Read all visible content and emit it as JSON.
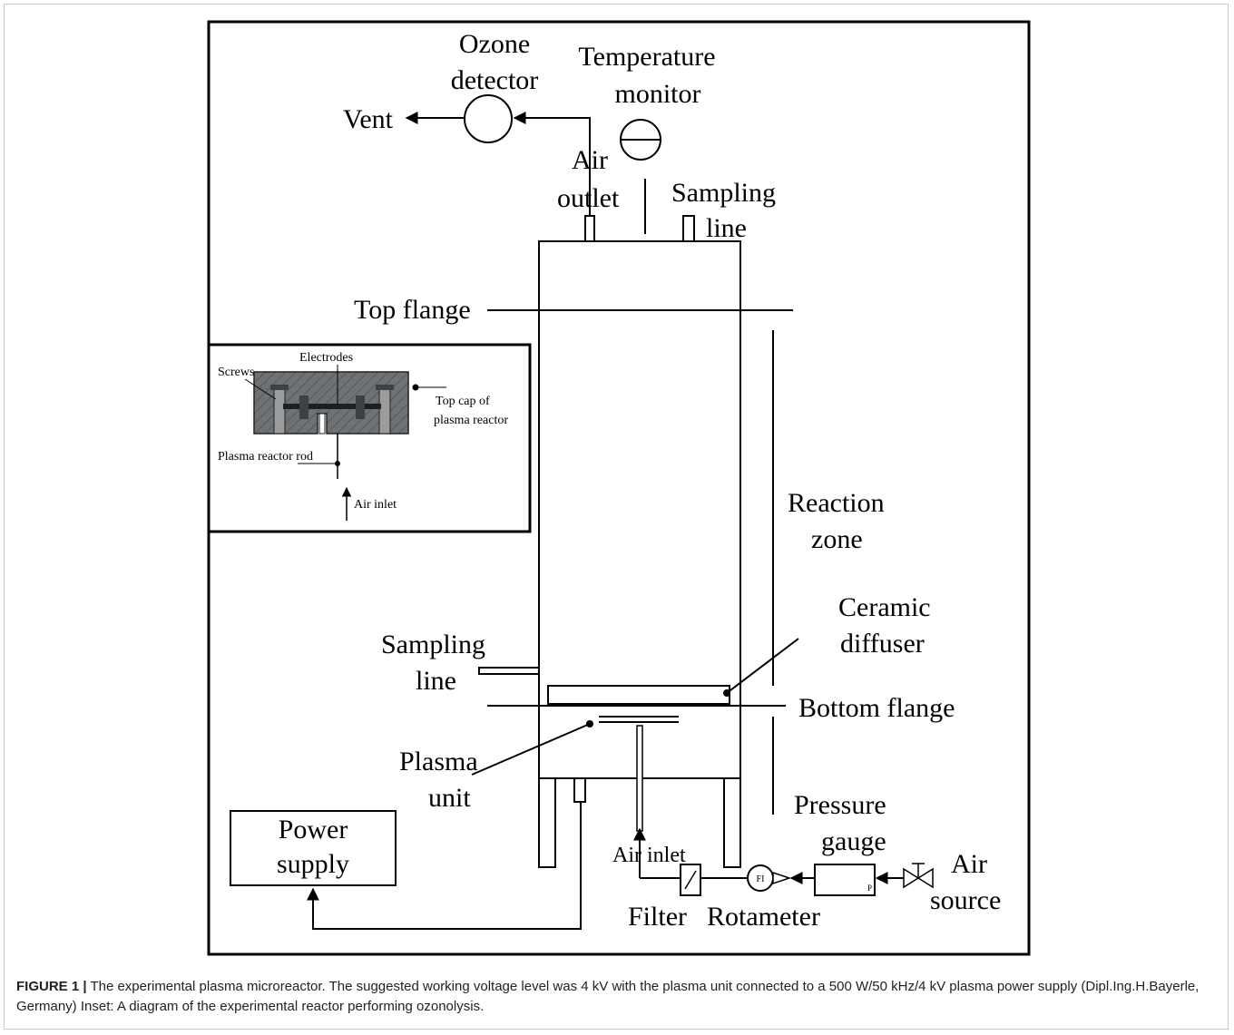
{
  "labels": {
    "ozone_detector": [
      "Ozone",
      "detector"
    ],
    "temperature_monitor": [
      "Temperature",
      "monitor"
    ],
    "vent": "Vent",
    "air_outlet": [
      "Air",
      "outlet"
    ],
    "sampling_line_top": [
      "Sampling",
      "line"
    ],
    "top_flange": "Top flange",
    "reaction_zone": [
      "Reaction",
      "zone"
    ],
    "ceramic_diffuser": [
      "Ceramic",
      "diffuser"
    ],
    "sampling_line_side": [
      "Sampling",
      "line"
    ],
    "bottom_flange": "Bottom flange",
    "plasma_unit": [
      "Plasma",
      "unit"
    ],
    "power_supply": [
      "Power",
      "supply"
    ],
    "pressure_gauge": [
      "Pressure",
      "gauge"
    ],
    "air_source": [
      "Air",
      "source"
    ],
    "air_inlet": "Air inlet",
    "filter": "Filter",
    "rotameter": "Rotameter",
    "rotameter_symbol": "FI",
    "gauge_symbol": "P"
  },
  "inset": {
    "electrodes": "Electrodes",
    "screws": "Screws",
    "top_cap": [
      "Top cap of",
      "plasma reactor"
    ],
    "reactor_rod": "Plasma reactor rod",
    "air_inlet": "Air inlet"
  },
  "caption": {
    "label": "FIGURE 1 |",
    "text": " The experimental plasma microreactor. The suggested working voltage level was 4 kV with the plasma unit connected to a 500 W/50 kHz/4 kV plasma power supply (Dipl.Ing.H.Bayerle, Germany) Inset: A diagram of the experimental reactor performing ozonolysis."
  },
  "colors": {
    "stroke": "#000000",
    "inset_fill": "#6f7275",
    "inset_dark": "#3e4144",
    "frame_border": "#c8c8c8"
  }
}
